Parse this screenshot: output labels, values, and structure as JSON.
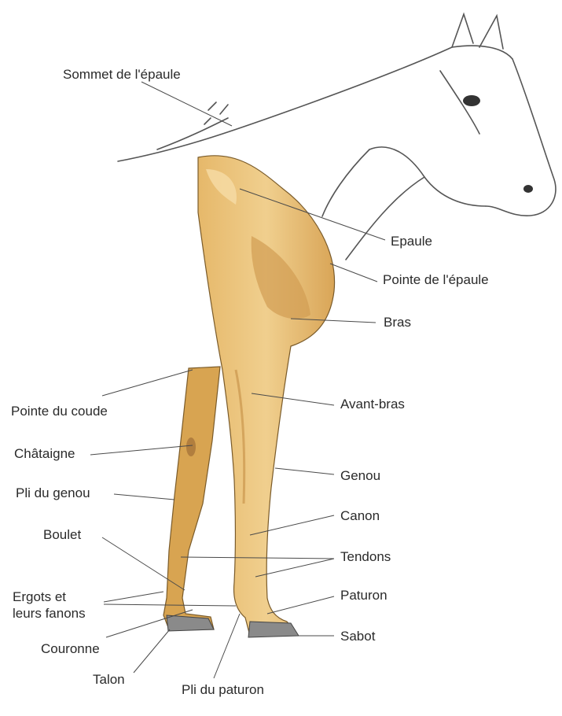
{
  "diagram": {
    "subject": "horse-foreleg-anatomy",
    "colors": {
      "leg_base": "#e8be74",
      "leg_light": "#f3d79c",
      "leg_shade": "#c9964a",
      "outline": "#555555",
      "label_text": "#2a2a2a"
    },
    "labels": {
      "sommet_epaule": "Sommet de l'épaule",
      "epaule": "Epaule",
      "pointe_epaule": "Pointe de l'épaule",
      "bras": "Bras",
      "pointe_coude": "Pointe du coude",
      "avant_bras": "Avant-bras",
      "chataigne": "Châtaigne",
      "genou": "Genou",
      "pli_genou": "Pli du genou",
      "canon": "Canon",
      "boulet": "Boulet",
      "tendons": "Tendons",
      "ergots_line1": "Ergots et",
      "ergots_line2": "leurs fanons",
      "paturon": "Paturon",
      "couronne": "Couronne",
      "sabot": "Sabot",
      "talon": "Talon",
      "pli_paturon": "Pli du paturon"
    }
  }
}
